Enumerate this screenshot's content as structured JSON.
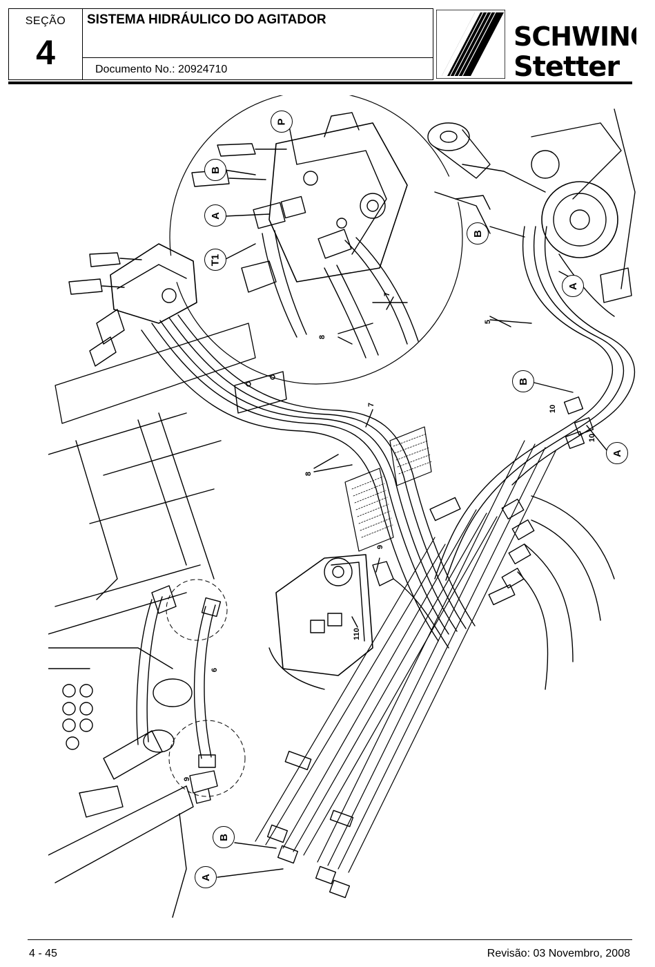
{
  "header": {
    "section_label": "SEÇÃO",
    "section_number": "4",
    "title": "SISTEMA HIDRÁULICO DO AGITADOR",
    "document": "Documento No.: 20924710",
    "logo_line1": "SCHWING",
    "logo_line2": "Stetter"
  },
  "drawing": {
    "callouts": {
      "p_top": "P",
      "b_top": "B",
      "a_top": "A",
      "t1_top": "T1",
      "b_right": "B",
      "a_right": "A",
      "b_mid": "B",
      "a_mid": "A",
      "b_bottom": "B",
      "a_bottom": "A"
    },
    "part_numbers": {
      "p7_top": "7",
      "p8_top": "8",
      "p5": "5",
      "p10_a": "10",
      "p10_b": "10",
      "p7_mid": "7",
      "p8_mid": "8",
      "p9_mid": "9",
      "p110": "110",
      "p6": "6",
      "p9_low": "9"
    }
  },
  "footer": {
    "page": "4 - 45",
    "revision": "Revisão: 03 Novembro, 2008"
  }
}
